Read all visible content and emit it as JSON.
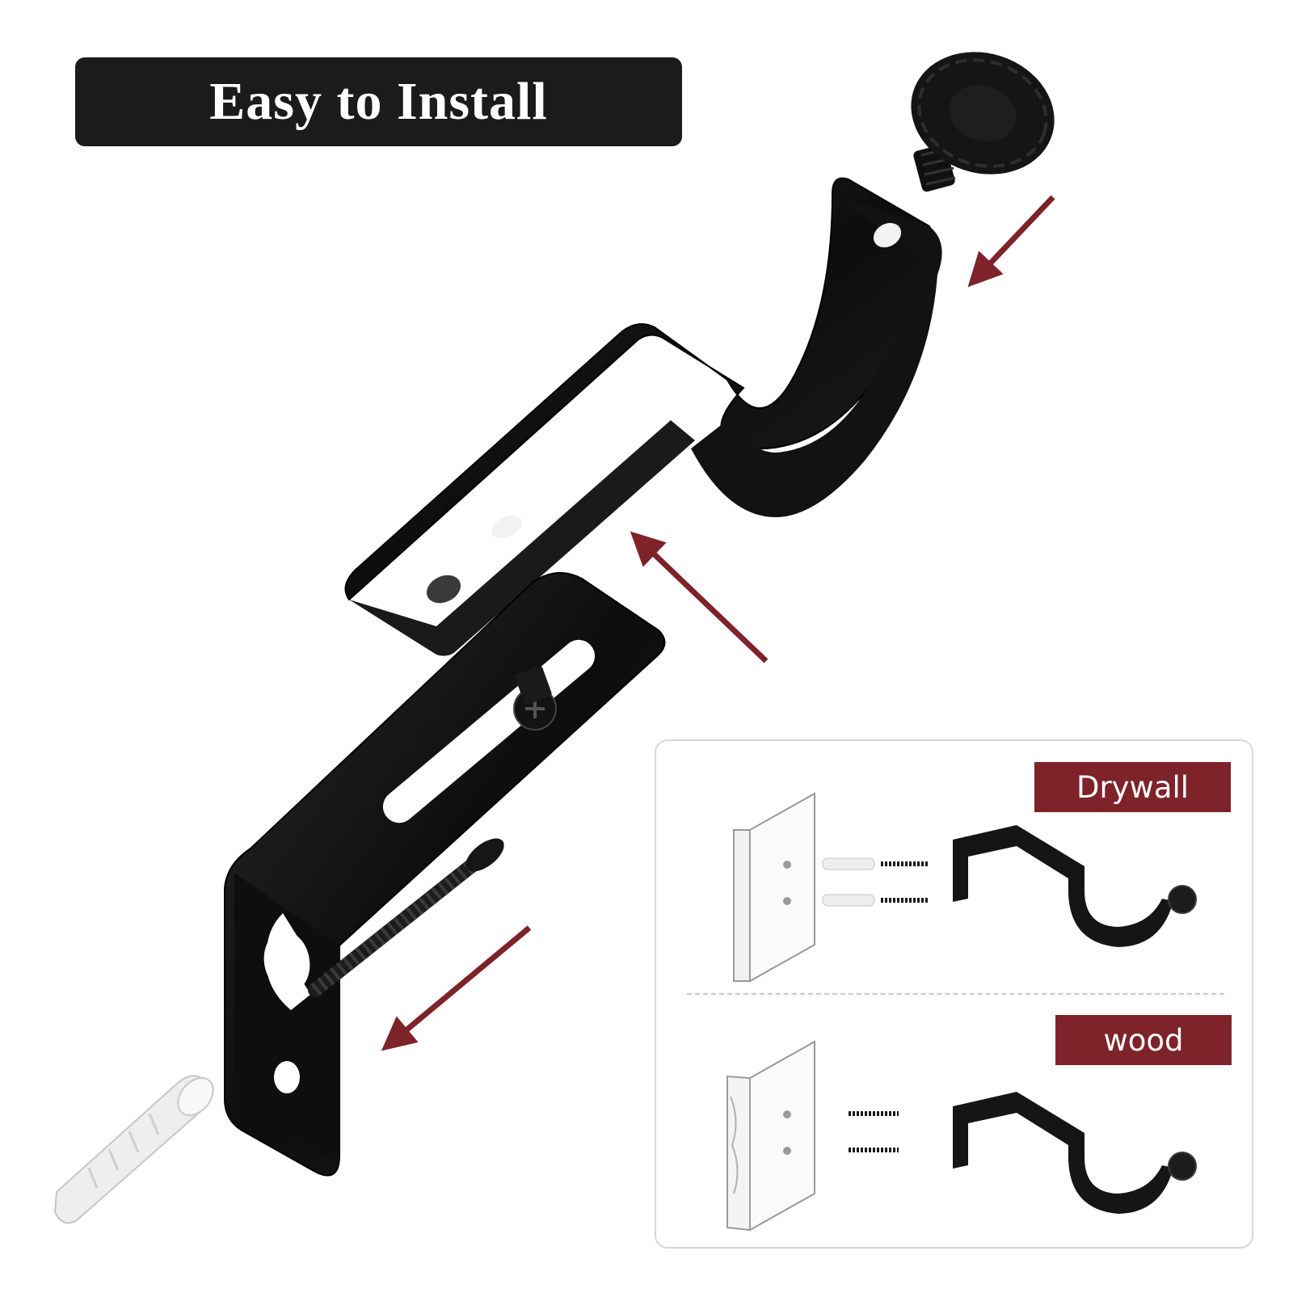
{
  "title": "Easy to Install",
  "mount_options": {
    "drywall_label": "Drywall",
    "wood_label": "wood"
  },
  "colors": {
    "banner": "#1b1b1b",
    "accent": "#7d2329",
    "hardware": "#141414",
    "anchor": "#ededed"
  },
  "icons": [
    "curtain-rod-bracket-icon",
    "adjustment-knob-icon",
    "wall-screw-icon",
    "wall-anchor-icon",
    "direction-arrow-icon",
    "drywall-panel-icon",
    "wood-panel-icon"
  ]
}
